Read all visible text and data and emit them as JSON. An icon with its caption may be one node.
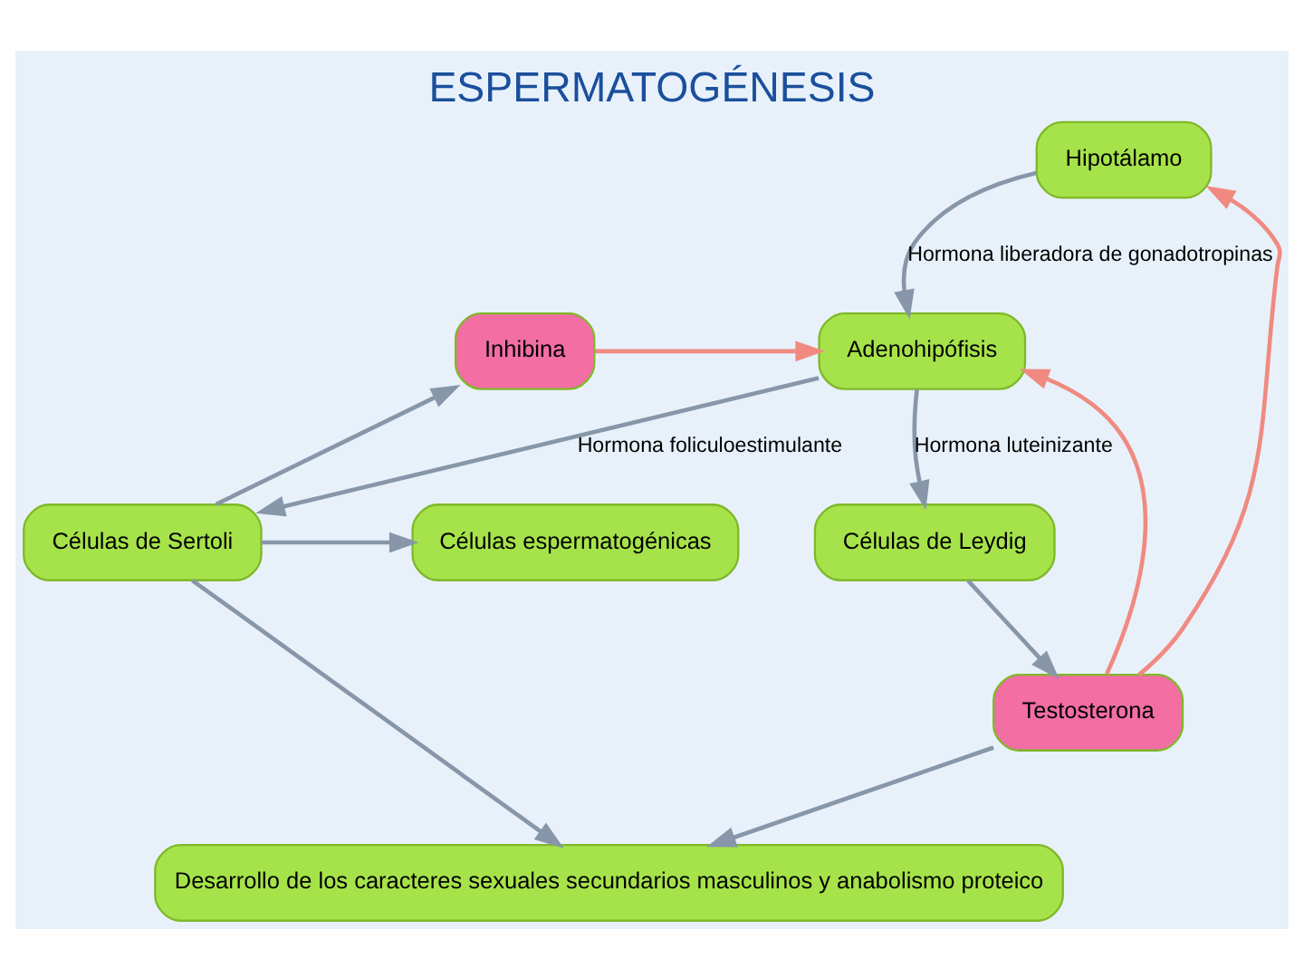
{
  "diagram": {
    "title": "ESPERMATOGÉNESIS",
    "nodes": [
      {
        "text": [
          "Hipotálamo"
        ]
      },
      {
        "text": [
          "Adenohipófisis"
        ]
      },
      {
        "text": [
          "Inhibina"
        ]
      },
      {
        "text": [
          "Células de Sertoli"
        ]
      },
      {
        "text": [
          "Células espermatogénicas"
        ]
      },
      {
        "text": [
          "Células de Leydig"
        ]
      },
      {
        "text": [
          "Testosterona"
        ]
      },
      {
        "text": [
          "Desarrollo de los caracteres sexuales secundarios masculinos y anabolismo proteico"
        ]
      }
    ],
    "edges": [
      {
        "from": 0,
        "to": 1,
        "arrow": "to",
        "label": "Hormona liberadora de gonadotropinas"
      },
      {
        "from": 1,
        "to": 3,
        "arrow": "to",
        "label": "Hormona foliculoestimulante"
      },
      {
        "from": 1,
        "to": 5,
        "arrow": "to",
        "label": "Hormona luteinizante"
      },
      {
        "from": 3,
        "to": 2,
        "arrow": "to"
      },
      {
        "from": 2,
        "to": 1,
        "arrow": "to",
        "color": "#f08a80"
      },
      {
        "from": 3,
        "to": 4,
        "arrow": "to"
      },
      {
        "from": 5,
        "to": 6,
        "arrow": "to"
      },
      {
        "from": 6,
        "to": 1,
        "arrow": "to",
        "color": "#f08a80"
      },
      {
        "from": 6,
        "to": 0,
        "arrow": "to",
        "color": "#f08a80"
      },
      {
        "from": 6,
        "to": 7,
        "arrow": "to"
      },
      {
        "from": 3,
        "to": 7,
        "arrow": "to"
      }
    ]
  }
}
